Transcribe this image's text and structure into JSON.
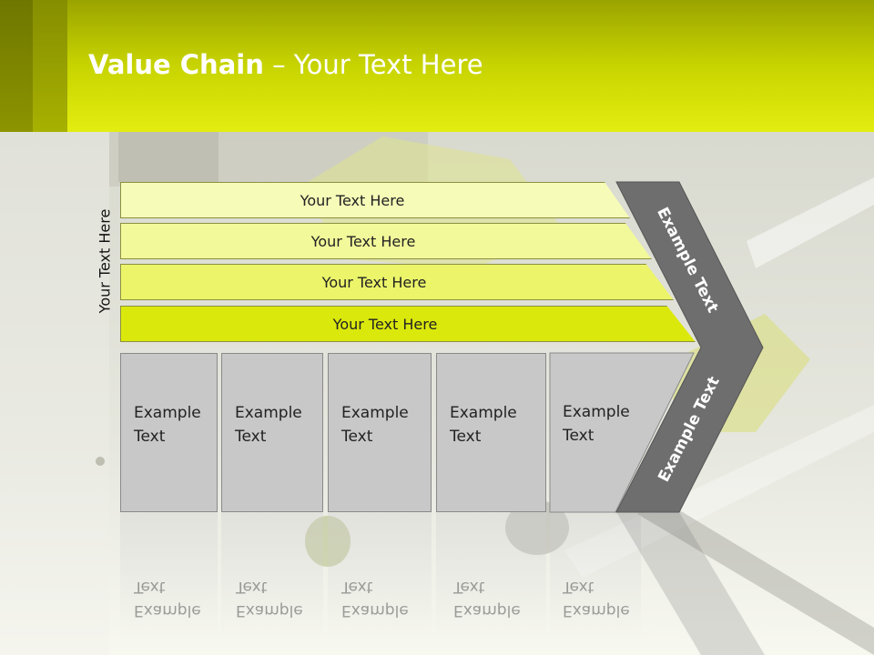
{
  "title": {
    "bold": "Value Chain",
    "rest": " – Your Text Here"
  },
  "side_label": "Your Text Here",
  "bars": [
    {
      "label": "Your Text Here",
      "color": "#f6fbb8"
    },
    {
      "label": "Your Text Here",
      "color": "#f2f99a"
    },
    {
      "label": "Your Text Here",
      "color": "#ecf56a"
    },
    {
      "label": "Your Text Here",
      "color": "#dbe80c"
    }
  ],
  "cells": [
    {
      "line1": "Example",
      "line2": "Text"
    },
    {
      "line1": "Example",
      "line2": "Text"
    },
    {
      "line1": "Example",
      "line2": "Text"
    },
    {
      "line1": "Example",
      "line2": "Text"
    },
    {
      "line1": "Example",
      "line2": "Text"
    }
  ],
  "chevron": {
    "upper_label": "Example Text",
    "lower_label": "Example Text",
    "color": "#6e6e6e"
  },
  "colors": {
    "header_accent": "#dde80a",
    "cell_fill": "#c8c8c8"
  }
}
